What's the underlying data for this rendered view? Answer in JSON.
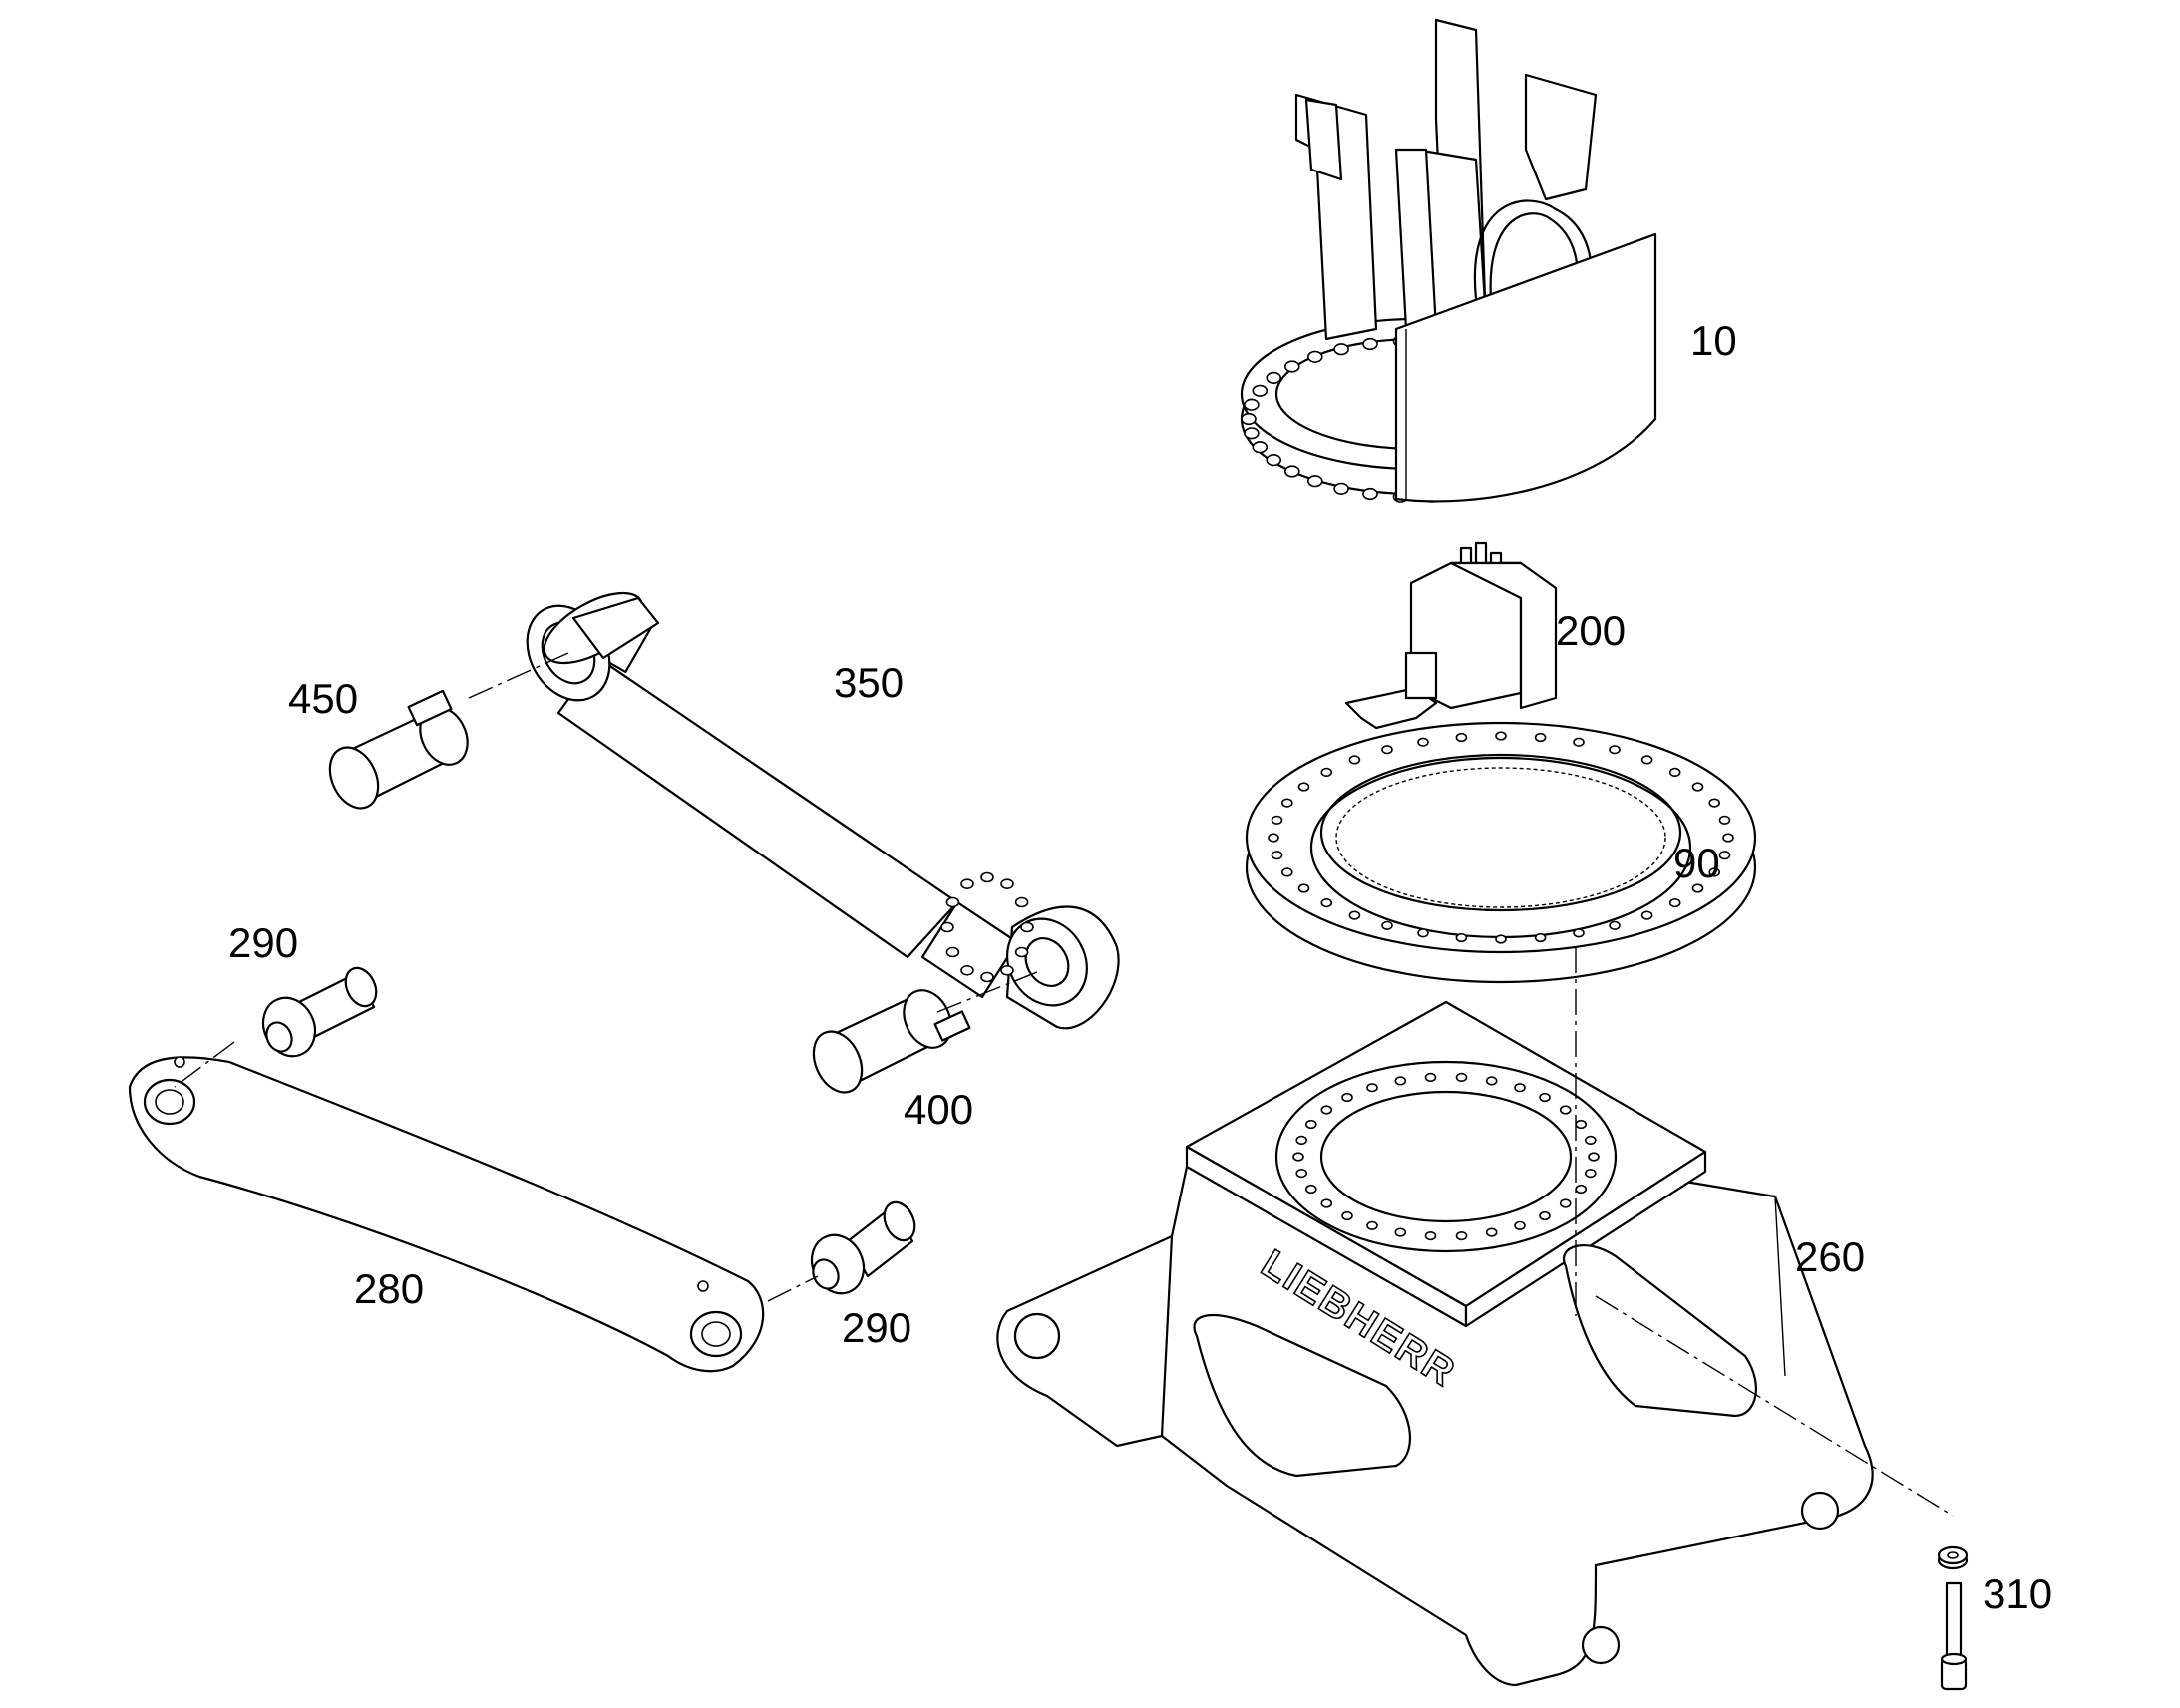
{
  "callouts": {
    "c10": "10",
    "c200": "200",
    "c90": "90",
    "c350": "350",
    "c450": "450",
    "c290a": "290",
    "c400": "400",
    "c280": "280",
    "c290b": "290",
    "c260": "260",
    "c310": "310"
  },
  "brand_mark": "LIEBHERR",
  "colors": {
    "line": "#000000",
    "background": "#ffffff"
  }
}
